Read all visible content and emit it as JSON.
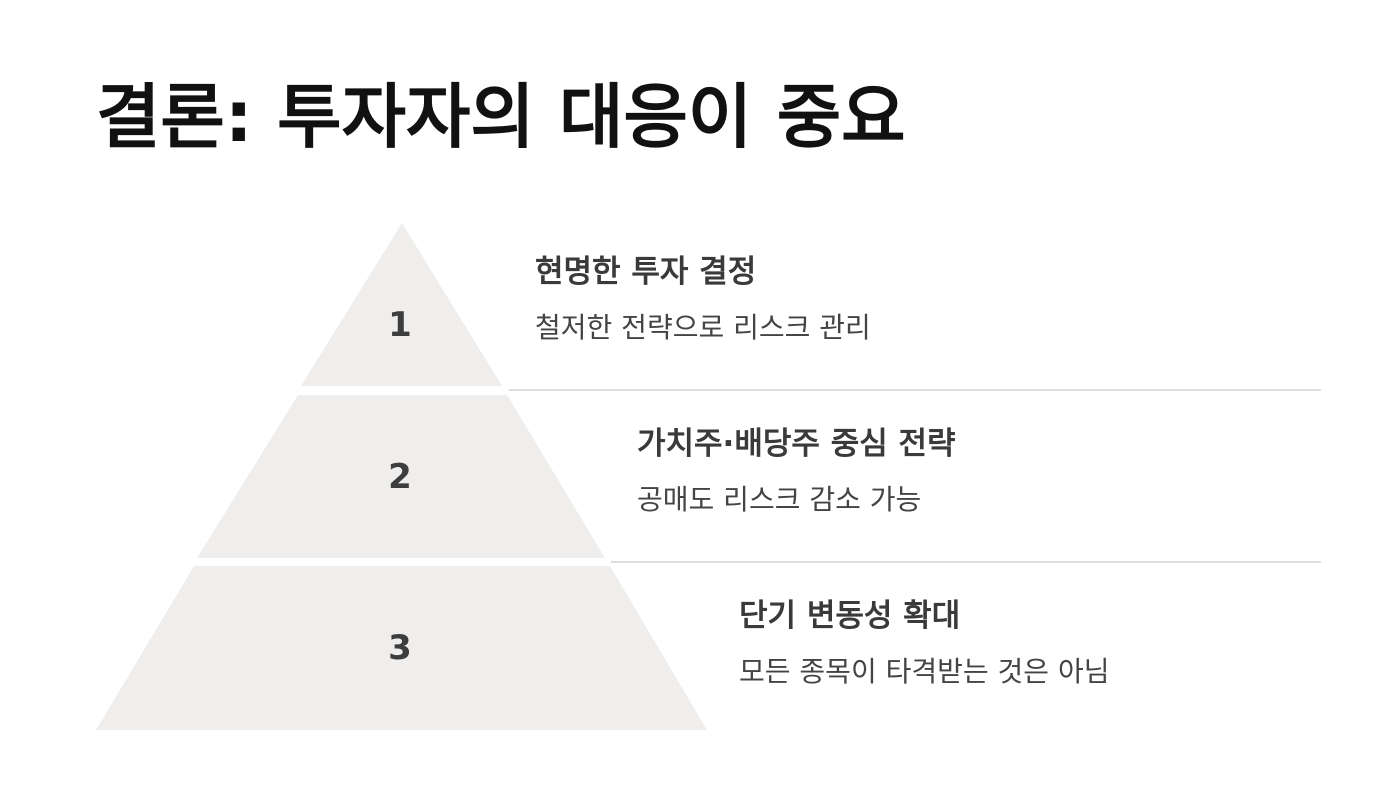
{
  "title": "결론: 투자자의 대응이 중요",
  "tiers": [
    {
      "number": "1",
      "heading": "현명한 투자 결정",
      "description": "철저한 전략으로 리스크 관리"
    },
    {
      "number": "2",
      "heading": "가치주·배당주 중심 전략",
      "description": "공매도 리스크 감소 가능"
    },
    {
      "number": "3",
      "heading": "단기 변동성 확대",
      "description": "모든 종목이 타격받는 것은 아님"
    }
  ],
  "colors": {
    "pyramid_fill": "#efeeec",
    "divider": "#dedede",
    "title": "#111111",
    "text": "#3a3a3a"
  }
}
